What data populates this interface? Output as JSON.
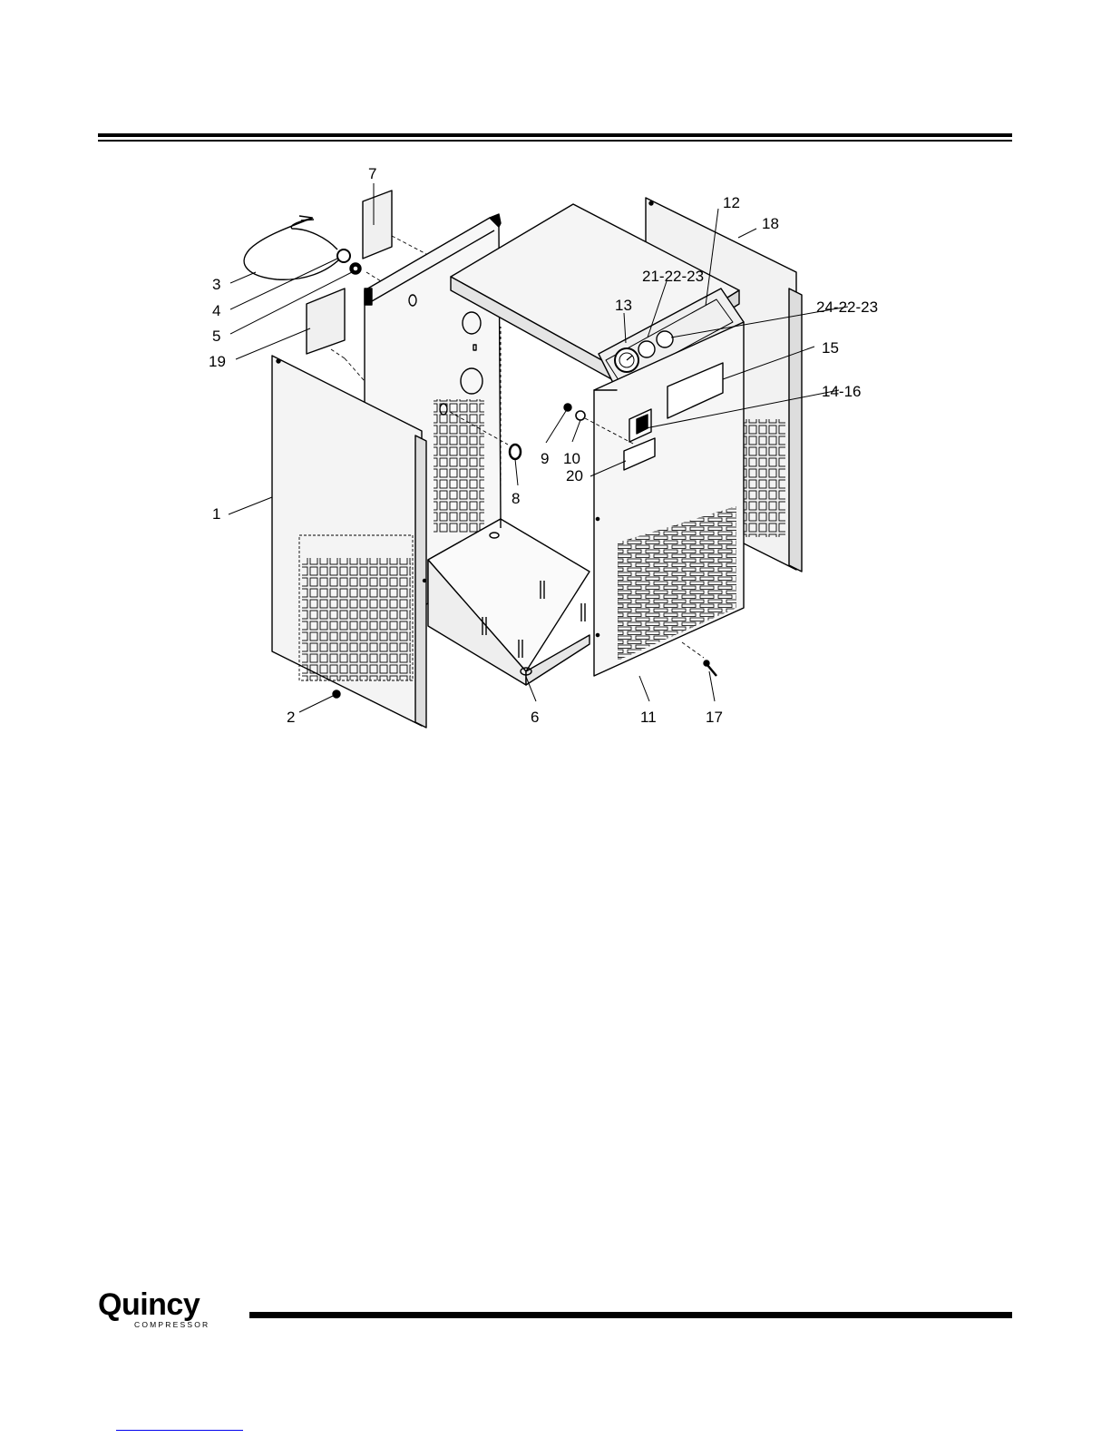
{
  "logo": {
    "brand": "Quincy",
    "subtitle": "COMPRESSOR"
  },
  "callouts": {
    "c1": "1",
    "c2": "2",
    "c3": "3",
    "c4": "4",
    "c5": "5",
    "c6": "6",
    "c7": "7",
    "c8": "8",
    "c9": "9",
    "c10": "10",
    "c11": "11",
    "c12": "12",
    "c13": "13",
    "c14_16": "14-16",
    "c15": "15",
    "c17": "17",
    "c18": "18",
    "c19": "19",
    "c20": "20",
    "c21_22_23": "21-22-23",
    "c24_22_23": "24-22-23"
  },
  "colors": {
    "ink": "#000000",
    "panel": "#f2f2f2",
    "link": "#0000ee"
  }
}
